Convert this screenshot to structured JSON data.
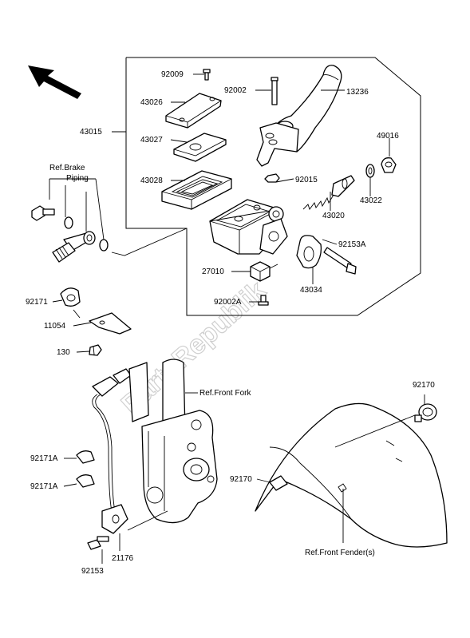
{
  "watermark": "PartsRepublik",
  "labels": {
    "p92009": "92009",
    "p92002": "92002",
    "p13236": "13236",
    "p43026": "43026",
    "p43015": "43015",
    "p43027": "43027",
    "p49016": "49016",
    "p43028": "43028",
    "p92015": "92015",
    "p43022": "43022",
    "p43020": "43020",
    "p92153A": "92153A",
    "p27010": "27010",
    "p43034": "43034",
    "p92002A": "92002A",
    "p92171": "92171",
    "p11054": "11054",
    "p130": "130",
    "p92170a": "92170",
    "p92170b": "92170",
    "p92171Aa": "92171A",
    "p92171Ab": "92171A",
    "p21176": "21176",
    "p92153": "92153"
  },
  "refs": {
    "brake_line1": "Ref.Brake",
    "brake_line2": "Piping",
    "front_fork": "Ref.Front Fork",
    "front_fender": "Ref.Front Fender(s)"
  }
}
